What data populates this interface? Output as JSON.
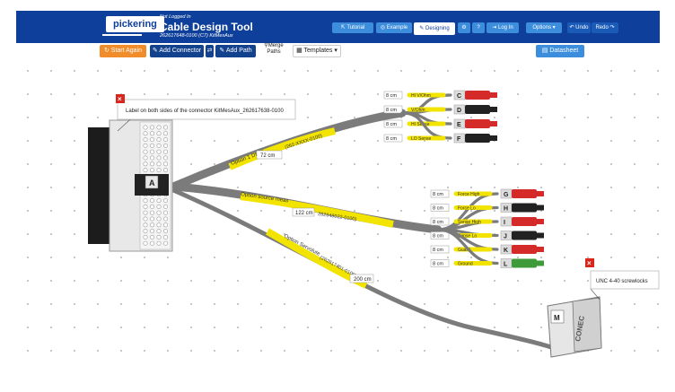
{
  "header": {
    "logo": "pickering",
    "status": "Not Logged In",
    "app_title": "Cable Design Tool",
    "subtitle": "262617648-0100 (C7) KitMesAux",
    "nav": {
      "tutorial": "Tutorial",
      "example": "Example",
      "designing": "Designing",
      "login": "Log In",
      "options": "Options",
      "undo": "Undo",
      "redo": "Redo"
    }
  },
  "toolbar": {
    "start_again": "Start Again",
    "add_connector": "Add Connector",
    "add_path": "Add Path",
    "merge_paths": "Merge Paths",
    "templates": "Templates",
    "datasheet": "Datasheet"
  },
  "canvas": {
    "main_connector": "A",
    "label_note": "Label on both sides of the connector KitMesAux_262617638-0100",
    "m_connector": "M",
    "m_brand": "CONEC",
    "m_note": "UNC 4-40 screwlocks",
    "branch1_label": "Option 1 DMM",
    "branch1_length": "72 cm",
    "branch1_part": "(262-XXXX-0100)",
    "branch2_label": "Option source meas",
    "branch2_length": "122 cm",
    "branch2_part": "262646022-0100)",
    "branch3_label": "Option Servolute",
    "branch3_part": "(262617401-0100)",
    "branch3_length": "200 cm",
    "group1": [
      {
        "letter": "C",
        "length": "8 cm",
        "label": "HI V/Ohm",
        "color": "red"
      },
      {
        "letter": "D",
        "length": "8 cm",
        "label": "V/Ohm",
        "color": "black"
      },
      {
        "letter": "E",
        "length": "8 cm",
        "label": "HI Sense",
        "color": "red"
      },
      {
        "letter": "F",
        "length": "8 cm",
        "label": "LO Sense",
        "color": "black"
      }
    ],
    "group2": [
      {
        "letter": "G",
        "length": "8 cm",
        "label": "Force High",
        "color": "red"
      },
      {
        "letter": "H",
        "length": "8 cm",
        "label": "Force Lo",
        "color": "black"
      },
      {
        "letter": "I",
        "length": "8 cm",
        "label": "Sense High",
        "color": "red"
      },
      {
        "letter": "J",
        "length": "8 cm",
        "label": "Sense Lo",
        "color": "black"
      },
      {
        "letter": "K",
        "length": "8 cm",
        "label": "Guard",
        "color": "red"
      },
      {
        "letter": "L",
        "length": "8 cm",
        "label": "Ground",
        "color": "green"
      }
    ]
  },
  "colors": {
    "header_bg": "#0e3f9a",
    "orange": "#f08c2a",
    "navy": "#12418e",
    "blue": "#3c8edc",
    "cable_yellow": "#f3e400",
    "cable_grey": "#7b7b7b",
    "plug_red": "#d42a2a",
    "plug_black": "#222222",
    "plug_green": "#3f9a3a",
    "close_red": "#d9261c"
  }
}
